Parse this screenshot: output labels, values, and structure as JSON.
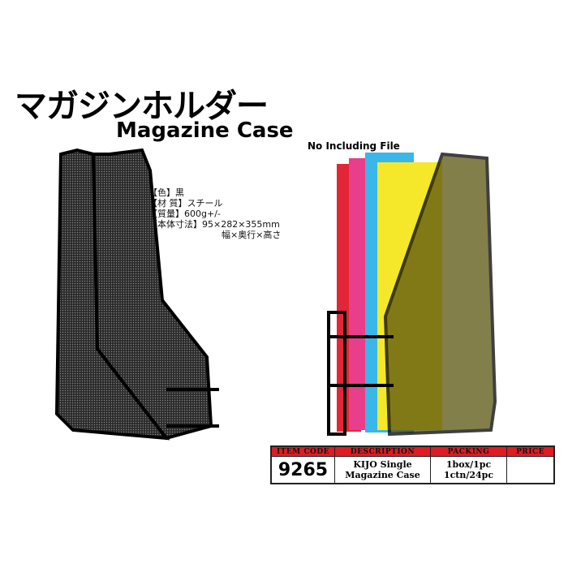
{
  "title_jp": "マガジンホルダー",
  "title_en": "Magazine Case",
  "specs": [
    "【色】黒",
    "【材 質】スチール",
    "【質量】600g+/-",
    "【本体寸法】95×282×355mm",
    "幅×奥行×高さ"
  ],
  "note": "No Including File",
  "table": {
    "headers": [
      "Item Code",
      "Description",
      "Packing",
      "Price"
    ],
    "row": {
      "code": "9265",
      "description": [
        "KIJO Single",
        "Magazine Case"
      ],
      "packing": [
        "1box/1pc",
        "1ctn/24pc"
      ],
      "price": ""
    }
  },
  "colors": {
    "header": "#e11b22",
    "mesh": "#1a1a1a"
  }
}
